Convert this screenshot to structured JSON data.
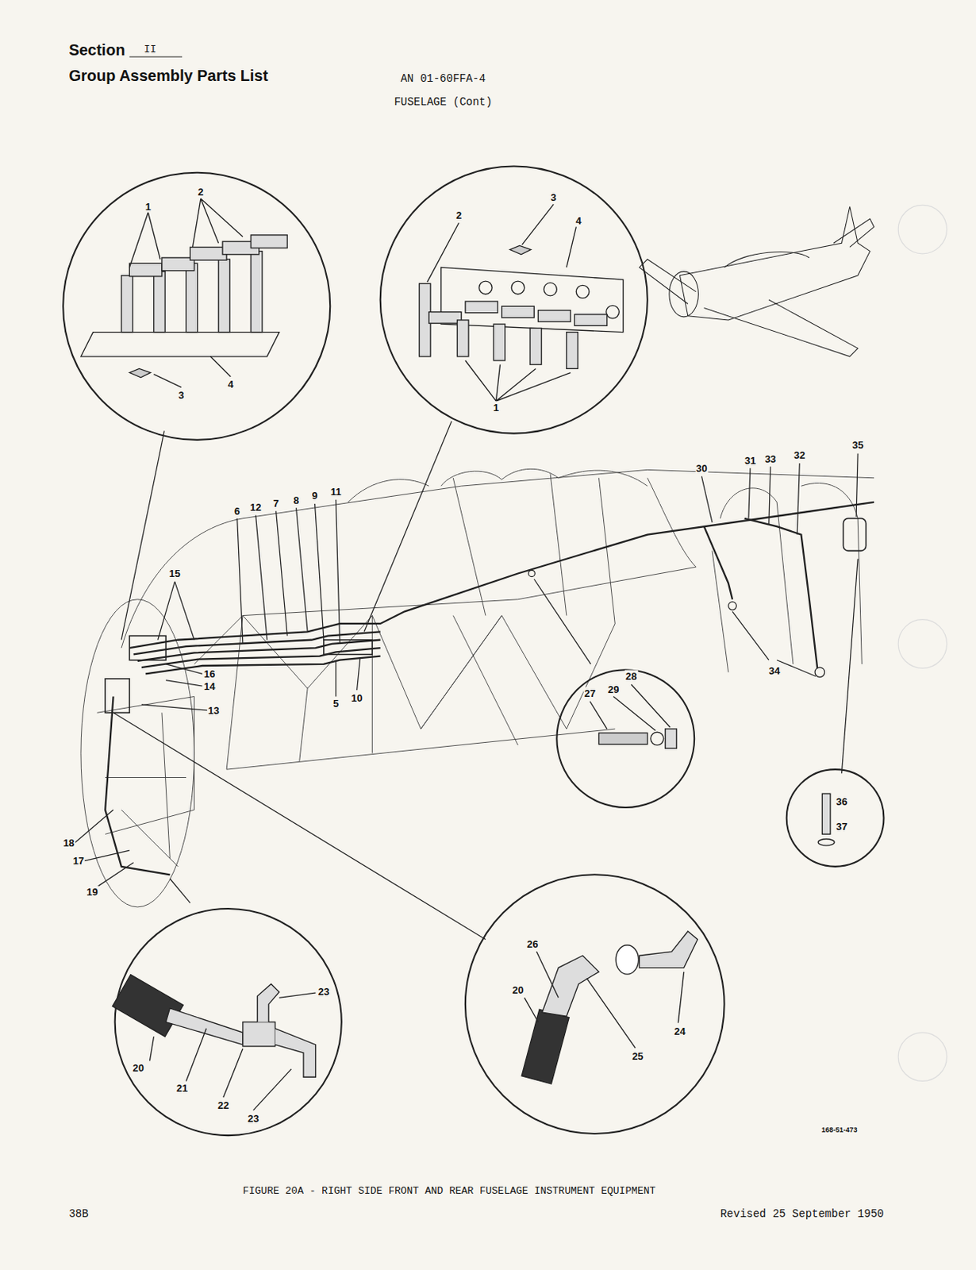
{
  "diagram": {
    "title": "Group Assembly Parts List",
    "caption": "FIGURE 20A - RIGHT SIDE FRONT AND REAR FUSELAGE INSTRUMENT EQUIPMENT",
    "labels": [
      "Section",
      "II",
      "AN 01-60FFA-4",
      "FUSELAGE (Cont)",
      "38B",
      "Revised 25 September 1950",
      "168-51-473",
      "1",
      "2",
      "3",
      "4",
      "2",
      "3",
      "4",
      "1",
      "6",
      "12",
      "7",
      "8",
      "9",
      "11",
      "15",
      "16",
      "14",
      "13",
      "5",
      "10",
      "30",
      "31",
      "33",
      "32",
      "35",
      "34",
      "18",
      "17",
      "19",
      "27",
      "29",
      "28",
      "36",
      "37",
      "23",
      "20",
      "21",
      "22",
      "23",
      "26",
      "20",
      "25",
      "24"
    ]
  }
}
